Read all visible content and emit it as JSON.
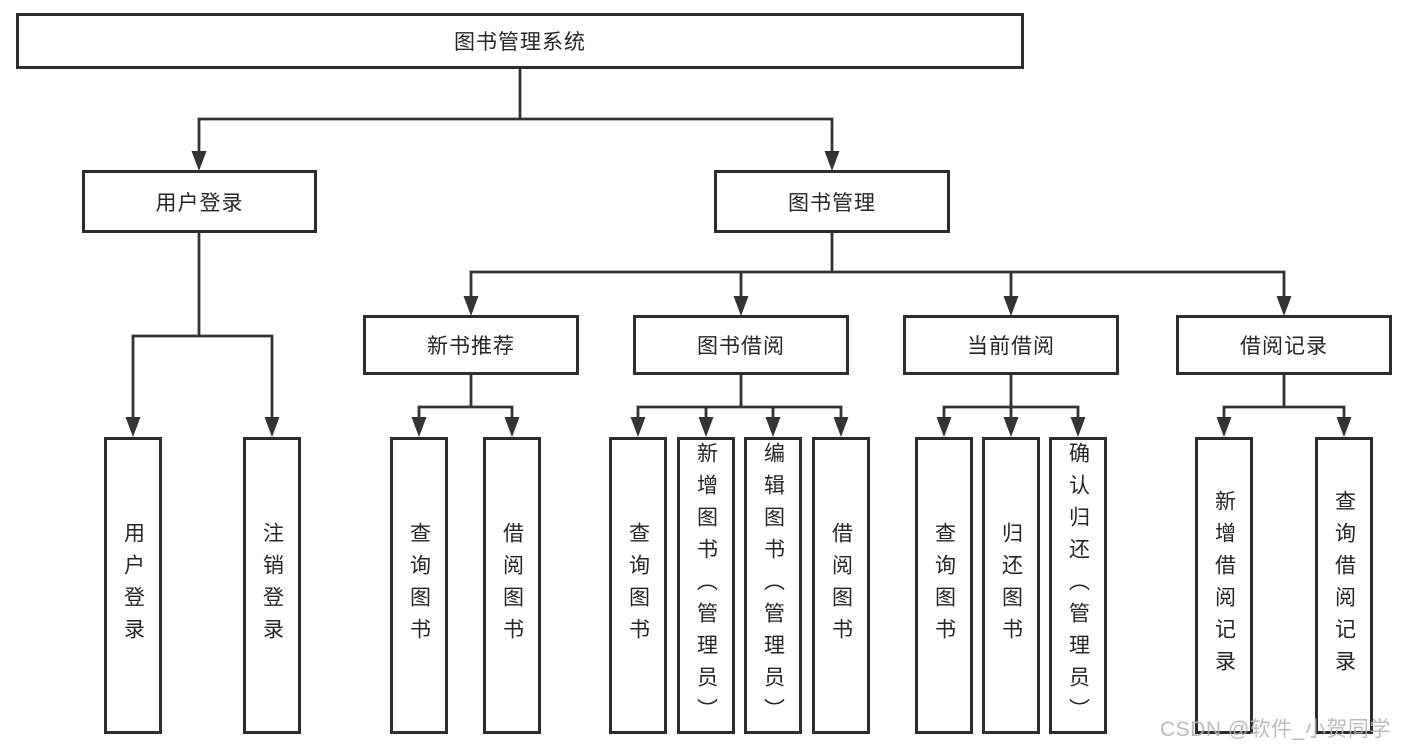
{
  "tree": {
    "root": {
      "label": "图书管理系统"
    },
    "branches": [
      {
        "label": "用户登录",
        "children": [
          {
            "label": "用户登录"
          },
          {
            "label": "注销登录"
          }
        ]
      },
      {
        "label": "图书管理",
        "children": [
          {
            "label": "新书推荐",
            "children": [
              {
                "label": "查询图书"
              },
              {
                "label": "借阅图书"
              }
            ]
          },
          {
            "label": "图书借阅",
            "children": [
              {
                "label": "查询图书"
              },
              {
                "label": "新增图书（管理员）"
              },
              {
                "label": "编辑图书（管理员）"
              },
              {
                "label": "借阅图书"
              }
            ]
          },
          {
            "label": "当前借阅",
            "children": [
              {
                "label": "查询图书"
              },
              {
                "label": "归还图书"
              },
              {
                "label": "确认归还（管理员）"
              }
            ]
          },
          {
            "label": "借阅记录",
            "children": [
              {
                "label": "新增借阅记录"
              },
              {
                "label": "查询借阅记录"
              }
            ]
          }
        ]
      }
    ]
  },
  "watermark": {
    "text": "CSDN @软件_小贺同学"
  },
  "colors": {
    "line": "#333333",
    "border": "#2d2d2d",
    "text": "#262626",
    "background": "#ffffff",
    "watermark": "#b4b4b4"
  }
}
